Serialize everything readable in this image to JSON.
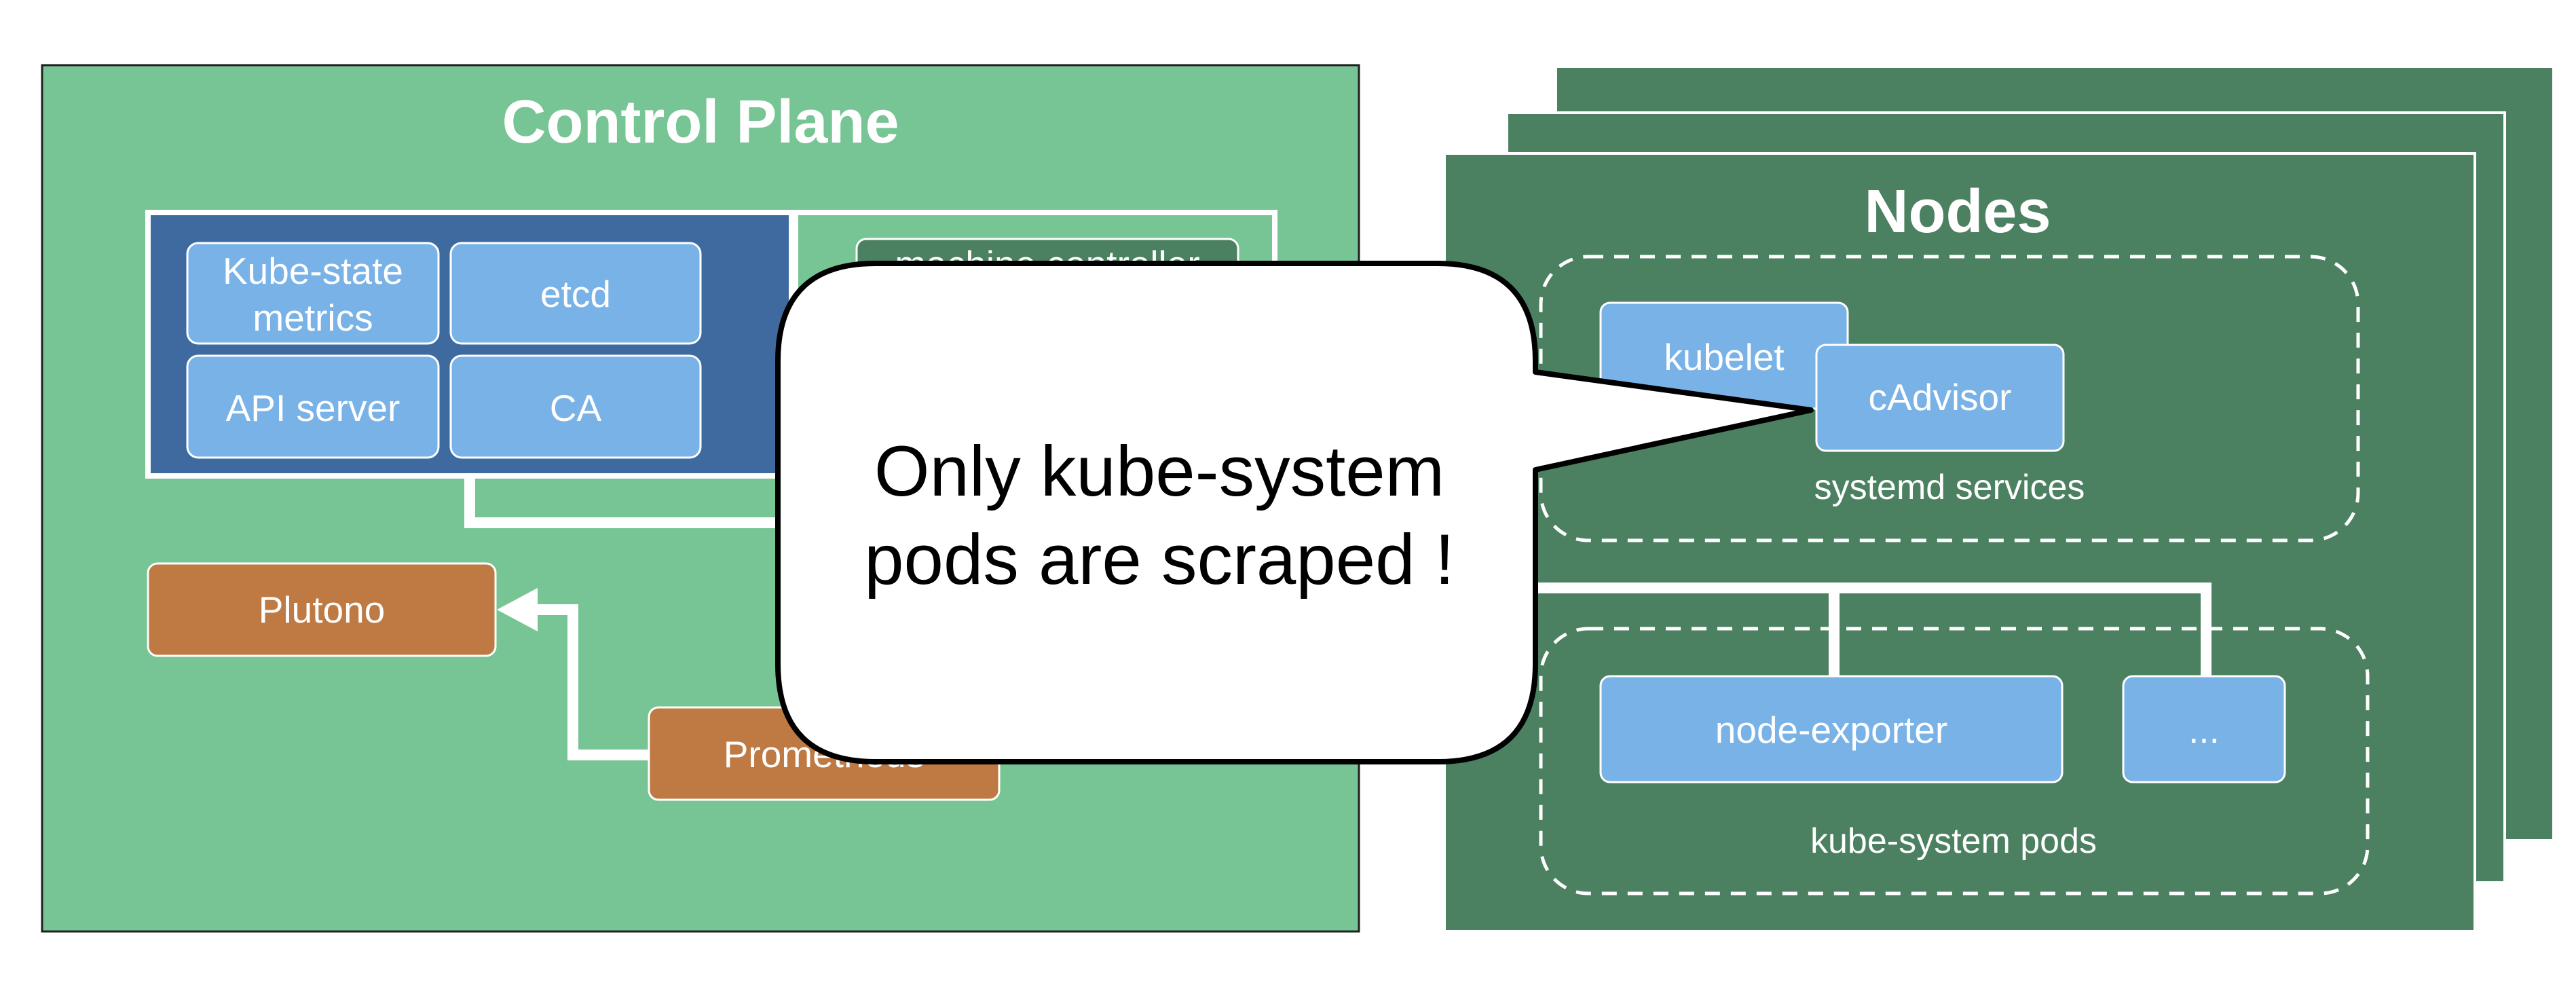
{
  "control_plane": {
    "title": "Control Plane",
    "components": {
      "kube_state_metrics_line1": "Kube-state",
      "kube_state_metrics_line2": "metrics",
      "etcd": "etcd",
      "api_server": "API server",
      "ca": "CA",
      "machine_controller": "machine controller"
    },
    "plutono": "Plutono",
    "prometheus": "Prometheus"
  },
  "nodes": {
    "title": "Nodes",
    "kubelet": "kubelet",
    "cadvisor": "cAdvisor",
    "systemd_services": "systemd services",
    "node_exporter": "node-exporter",
    "more": "...",
    "kube_system_pods": "kube-system pods"
  },
  "callout": {
    "line1": "Only kube-system",
    "line2": "pods are scraped !"
  },
  "colors": {
    "control_plane_bg": "#77c595",
    "nodes_bg": "#4b8060",
    "blue_group": "#3f6aa0",
    "component_blue": "#79b2e6",
    "component_brown": "#bf7943",
    "machine_controller": "#4b8060",
    "callout_bg": "#ffffff"
  }
}
